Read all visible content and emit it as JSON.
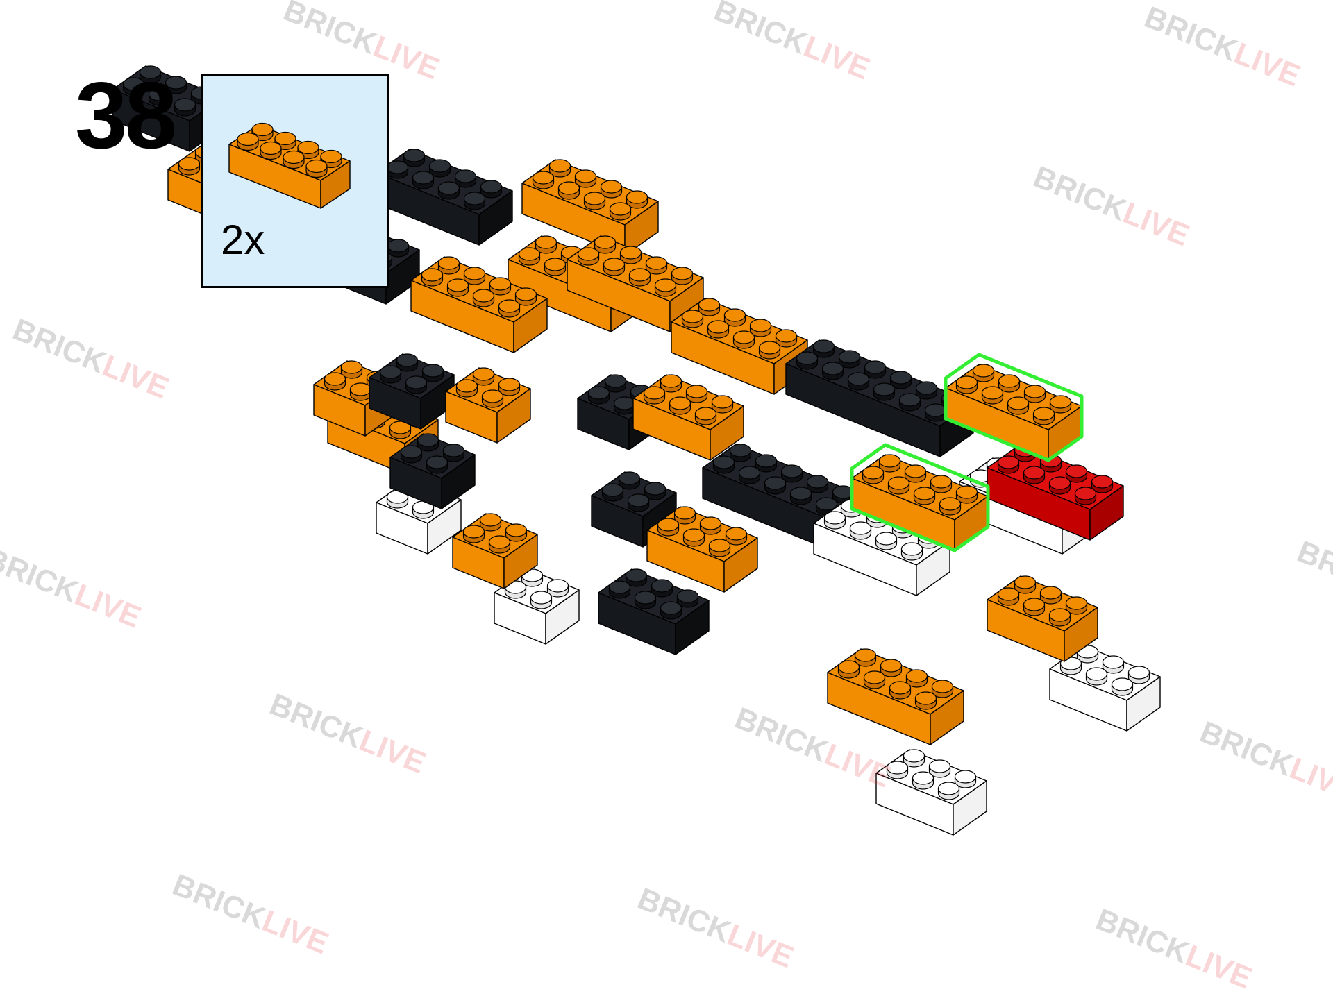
{
  "step": {
    "number": "38"
  },
  "callout": {
    "quantity": "2x",
    "part_color": "#f28c00"
  },
  "watermark": {
    "part1": "BRICK",
    "part2": "LIVE"
  },
  "colors": {
    "orange": "#f28c00",
    "black": "#1b1f24",
    "white": "#ffffff",
    "red": "#d01010",
    "highlight": "#33ee33",
    "callout_bg": "#d8eefb"
  }
}
